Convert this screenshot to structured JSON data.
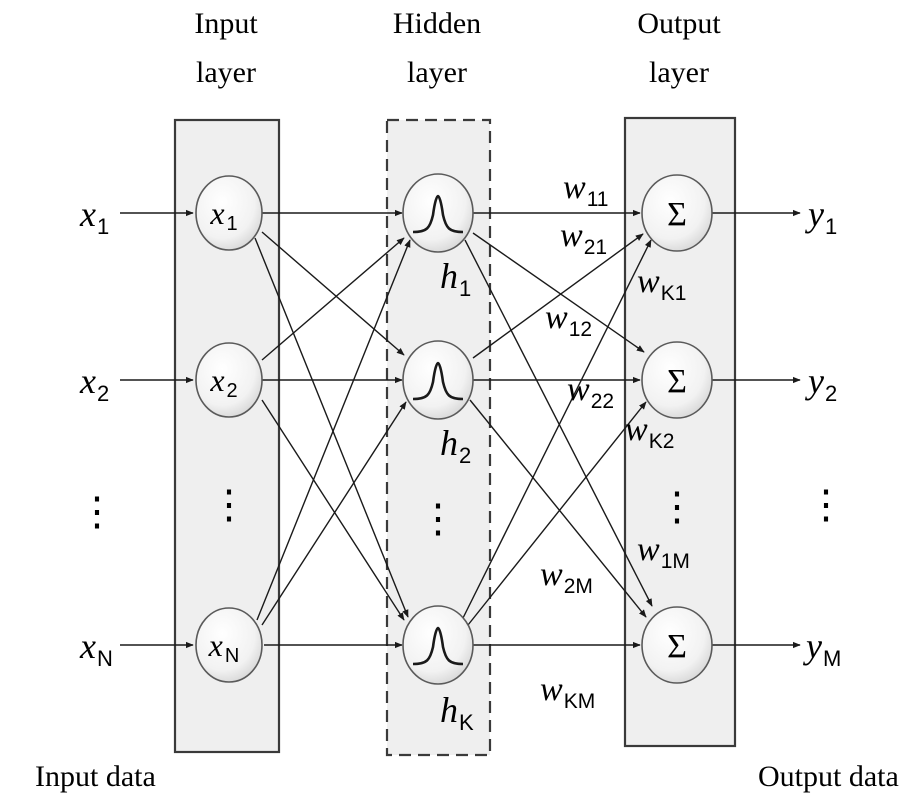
{
  "layers": {
    "input": {
      "title_line1": "Input",
      "title_line2": "layer"
    },
    "hidden": {
      "title_line1": "Hidden",
      "title_line2": "layer"
    },
    "output": {
      "title_line1": "Output",
      "title_line2": "layer"
    }
  },
  "inputs": [
    {
      "var": "x",
      "sub": "1"
    },
    {
      "var": "x",
      "sub": "2"
    },
    {
      "var": "x",
      "sub": "N"
    }
  ],
  "hidden_nodes": [
    {
      "var": "h",
      "sub": "1"
    },
    {
      "var": "h",
      "sub": "2"
    },
    {
      "var": "h",
      "sub": "K"
    }
  ],
  "output_symbol": "Σ",
  "outputs": [
    {
      "var": "y",
      "sub": "1"
    },
    {
      "var": "y",
      "sub": "2"
    },
    {
      "var": "y",
      "sub": "M"
    }
  ],
  "weights": [
    {
      "var": "w",
      "sub": "11"
    },
    {
      "var": "w",
      "sub": "21"
    },
    {
      "var": "w",
      "sub": "K1"
    },
    {
      "var": "w",
      "sub": "12"
    },
    {
      "var": "w",
      "sub": "22"
    },
    {
      "var": "w",
      "sub": "K2"
    },
    {
      "var": "w",
      "sub": "1M"
    },
    {
      "var": "w",
      "sub": "2M"
    },
    {
      "var": "w",
      "sub": "KM"
    }
  ],
  "ellipsis": "⋮",
  "captions": {
    "input_data": "Input data",
    "output_data": "Output data"
  }
}
